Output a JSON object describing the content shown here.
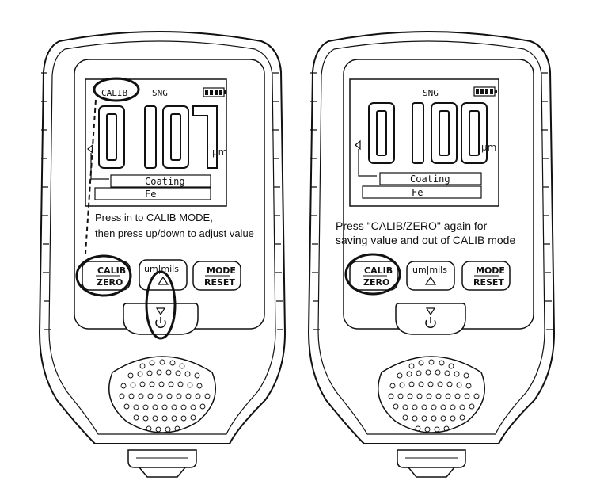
{
  "left_device": {
    "status": {
      "mode": "CALIB",
      "channel": "SNG"
    },
    "reading": {
      "digits": "0107",
      "unit": "µm"
    },
    "labels": {
      "coating": "Coating",
      "substrate": "Fe"
    },
    "buttons": {
      "calib_top": "CALIB",
      "calib_bottom": "ZERO",
      "units": "um|mils",
      "mode_top": "MODE",
      "mode_bottom": "RESET"
    },
    "instruction": {
      "line1": "Press in to CALIB MODE,",
      "line2": "then press up/down to adjust value"
    }
  },
  "right_device": {
    "status": {
      "channel": "SNG"
    },
    "reading": {
      "digits": "0100",
      "unit": "µm"
    },
    "labels": {
      "coating": "Coating",
      "substrate": "Fe"
    },
    "buttons": {
      "calib_top": "CALIB",
      "calib_bottom": "ZERO",
      "units": "um|mils",
      "mode_top": "MODE",
      "mode_bottom": "RESET"
    },
    "instruction": {
      "line1": "Press \"CALIB/ZERO\" again for",
      "line2": "saving value and out of CALIB mode"
    }
  },
  "icons": [
    "battery-icon",
    "up-triangle-icon",
    "down-triangle-icon",
    "power-icon",
    "speaker-grille"
  ],
  "colors": {
    "ink": "#111111",
    "background": "#ffffff",
    "body_gray": "#cfcfcf"
  }
}
